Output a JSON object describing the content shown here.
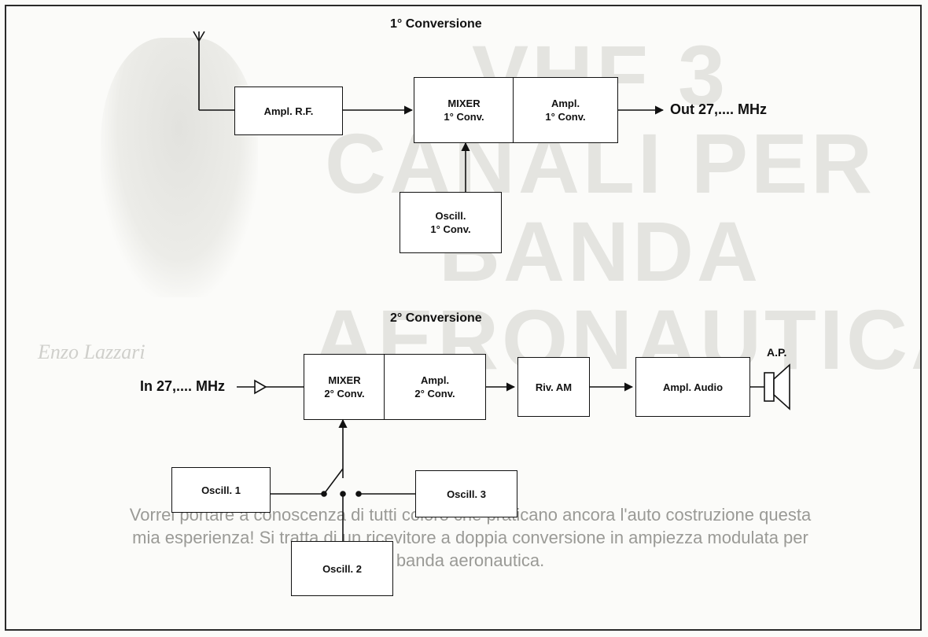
{
  "background": {
    "title": "VHF 3 CANALI PER BANDA AERONAUTICA",
    "author": "Enzo Lazzari",
    "intro": "Vorrei portare a conoscenza di tutti coloro che praticano ancora l'auto costruzione questa mia esperienza! Si tratta di un ricevitore a doppia conversione in ampiezza modulata per banda aeronautica."
  },
  "section1": {
    "title": "1° Conversione",
    "ampl_rf": "Ampl. R.F.",
    "mixer": "MIXER\n1° Conv.",
    "ampl": "Ampl.\n1° Conv.",
    "osc": "Oscill.\n1° Conv.",
    "out": "Out 27,.... MHz"
  },
  "section2": {
    "title": "2° Conversione",
    "in": "In 27,.... MHz",
    "mixer": "MIXER\n2° Conv.",
    "ampl": "Ampl.\n2° Conv.",
    "riv": "Riv. AM",
    "audio": "Ampl. Audio",
    "speaker": "A.P.",
    "osc1": "Oscill. 1",
    "osc2": "Oscill. 2",
    "osc3": "Oscill. 3"
  }
}
